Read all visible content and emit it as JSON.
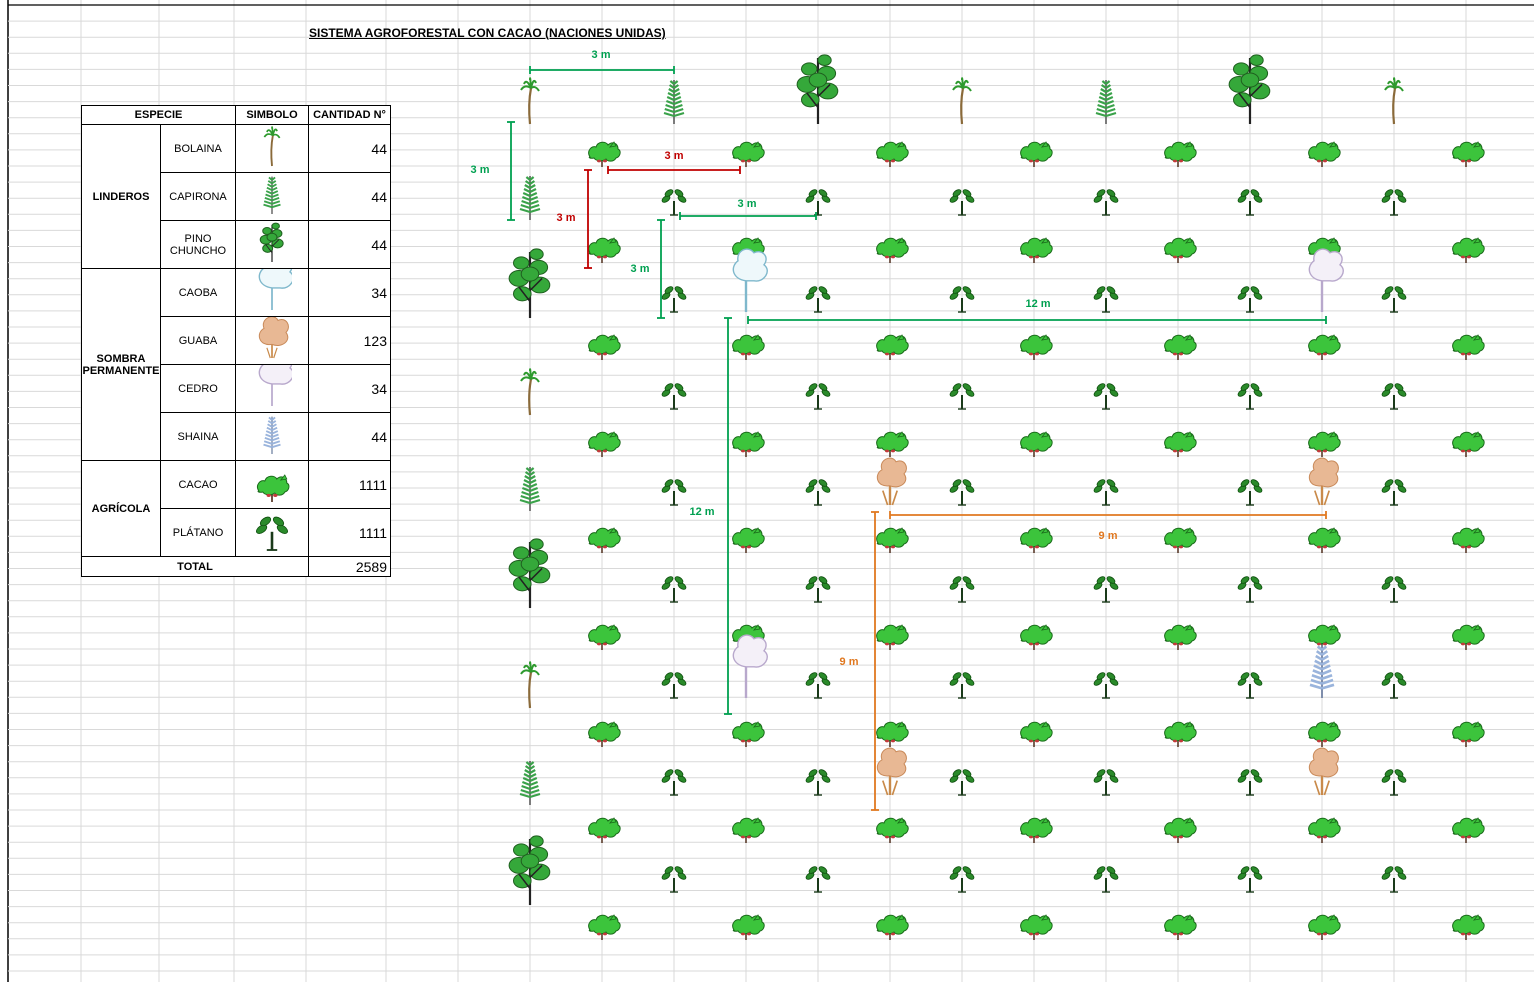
{
  "title": "SISTEMA AGROFORESTAL CON CACAO (NACIONES UNIDAS)",
  "legend": {
    "headers": {
      "species": "ESPECIE",
      "symbol": "SIMBOLO",
      "quantity": "CANTIDAD N°"
    },
    "groups": {
      "linderos": "LINDEROS",
      "sombra": "SOMBRA PERMANENTE",
      "agricola": "AGRÍCOLA"
    },
    "rows": [
      {
        "name": "BOLAINA",
        "symbol": "palm-icon",
        "qty": "44"
      },
      {
        "name": "CAPIRONA",
        "symbol": "capirona-icon",
        "qty": "44"
      },
      {
        "name": "PINO CHUNCHO",
        "symbol": "pino-chuncho-icon",
        "qty": "44"
      },
      {
        "name": "CAOBA",
        "symbol": "caoba-icon",
        "qty": "34"
      },
      {
        "name": "GUABA",
        "symbol": "guaba-icon",
        "qty": "123"
      },
      {
        "name": "CEDRO",
        "symbol": "cedro-icon",
        "qty": "34"
      },
      {
        "name": "SHAINA",
        "symbol": "shaina-icon",
        "qty": "44"
      },
      {
        "name": "CACAO",
        "symbol": "cacao-icon",
        "qty": "1111"
      },
      {
        "name": "PLÁTANO",
        "symbol": "platano-icon",
        "qty": "1111"
      }
    ],
    "total_label": "TOTAL",
    "total_value": "2589"
  },
  "dimensions": {
    "top_3m": "3 m",
    "left_3m": "3 m",
    "red_h": "3 m",
    "red_v": "3 m",
    "green_h": "3 m",
    "green_v": "3 m",
    "span_12m_h": "12 m",
    "span_12m_v": "12 m",
    "span_9m_h": "9 m",
    "span_9m_v": "9 m"
  },
  "colors": {
    "green_dim": "#00a050",
    "red_dim": "#c00000",
    "orange_dim": "#e07820",
    "cacao_green": "#3cc43c",
    "platano_green": "#2a8a2a",
    "grid": "#d9d9d9"
  }
}
